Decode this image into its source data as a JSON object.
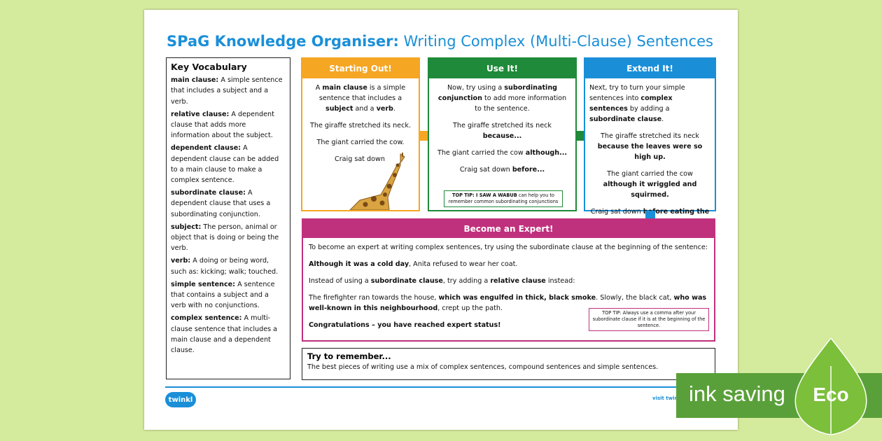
{
  "title": {
    "bold": "SPaG Knowledge Organiser:",
    "rest": "Writing Complex (Multi-Clause) Sentences"
  },
  "vocab": {
    "heading": "Key Vocabulary",
    "entries": [
      {
        "term": "main clause:",
        "def": "A simple sentence that includes a subject and a verb."
      },
      {
        "term": "relative clause:",
        "def": "A dependent clause that adds more information about the subject."
      },
      {
        "term": "dependent clause:",
        "def": "A dependent clause can be added to a main clause to make a complex sentence."
      },
      {
        "term": "subordinate clause:",
        "def": "A dependent clause that uses a subordinating conjunction."
      },
      {
        "term": "subject:",
        "def": "The person, animal or object that is doing or being the verb."
      },
      {
        "term": "verb:",
        "def": "A doing or being word, such as: kicking; walk; touched."
      },
      {
        "term": "simple sentence:",
        "def": "A sentence that contains a subject and a verb with no conjunctions."
      },
      {
        "term": "complex sentence:",
        "def": "A multi-clause sentence that includes a main clause and a dependent clause."
      }
    ]
  },
  "starting": {
    "header": "Starting Out!",
    "intro_a": "A ",
    "intro_b": "main clause",
    "intro_c": " is a simple sentence that includes a ",
    "intro_d": "subject",
    "intro_e": " and a ",
    "intro_f": "verb",
    "intro_g": ".",
    "s1": "The giraffe stretched its neck.",
    "s2": "The giant carried the cow.",
    "s3": "Craig sat down"
  },
  "useit": {
    "header": "Use It!",
    "intro_a": "Now, try using a ",
    "intro_b": "subordinating conjunction",
    "intro_c": " to add more information to the sentence.",
    "s1a": "The giraffe stretched its neck ",
    "s1b": "because...",
    "s2a": "The giant carried the cow ",
    "s2b": "although...",
    "s3a": "Craig sat down ",
    "s3b": "before...",
    "tip_a": "TOP TIP: I SAW A WABUB",
    "tip_b": " can help you to remember common subordinating conjunctions"
  },
  "extend": {
    "header": "Extend It!",
    "intro_a": "Next, try to turn your simple sentences into ",
    "intro_b": "complex sentences",
    "intro_c": " by adding a ",
    "intro_d": "subordinate clause",
    "intro_e": ".",
    "s1a": "The giraffe stretched its neck ",
    "s1b": "because the leaves were so high up.",
    "s2a": "The giant carried the cow ",
    "s2b": "although it wriggled and squirmed.",
    "s3a": "Craig sat down ",
    "s3b": "before eating the delicious bowl of custard."
  },
  "expert": {
    "header": "Become an Expert!",
    "p1": "To become an expert at writing complex sentences, try using the subordinate clause at the beginning of the sentence:",
    "p2a": "Although it was a cold day",
    "p2b": ", Anita refused to wear her coat.",
    "p3a": "Instead of using a ",
    "p3b": "subordinate clause",
    "p3c": ", try adding a ",
    "p3d": "relative clause",
    "p3e": " instead:",
    "p4a": "The firefighter ran towards the house, ",
    "p4b": "which was engulfed in thick, black smoke",
    "p4c": ". Slowly, the black cat, ",
    "p4d": "who was well-known in this neighbourhood",
    "p4e": ", crept up the path.",
    "p5": "Congratulations – you have reached expert status!",
    "tip": "TOP TIP: Always use a comma after your subordinate clause if it is at the beginning of the sentence."
  },
  "remember": {
    "heading": "Try to remember...",
    "text": "The best pieces of writing use a mix of complex sentences, compound sentences and simple sentences."
  },
  "footer": {
    "logo": "twinkl",
    "visit": "visit twinkl"
  },
  "eco": {
    "banner": "ink saving",
    "badge": "Eco"
  },
  "colors": {
    "orange": "#f5a623",
    "green": "#1f8a3a",
    "blue": "#1a8fd8",
    "magenta": "#c0317d",
    "background": "#d4ea9c"
  }
}
